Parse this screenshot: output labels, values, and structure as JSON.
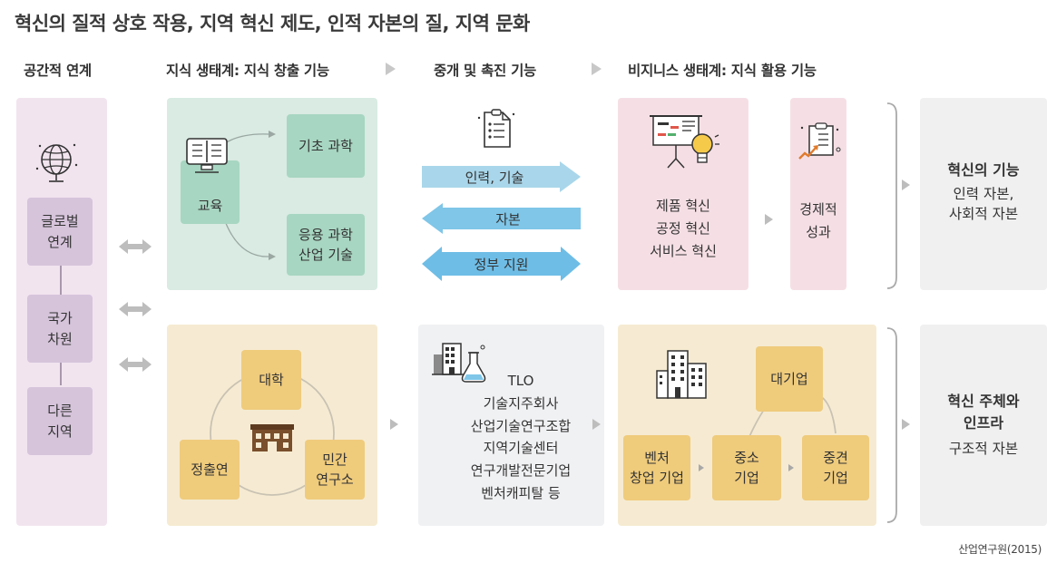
{
  "title": "혁신의 질적 상호 작용, 지역 혁신 제도, 인적 자본의 질, 지역 문화",
  "headers": {
    "spatial": "공간적 연계",
    "knowledge": "지식 생태계: 지식 창출 기능",
    "brokerage": "중개 및 촉진 기능",
    "business": "비지니스 생태계: 지식 활용 기능"
  },
  "spatial": {
    "global": "글로벌\n연계",
    "national": "국가\n차원",
    "other": "다른\n지역"
  },
  "knowledge": {
    "education": "교육",
    "basic_science": "기초 과학",
    "applied": "응용 과학\n산업 기술"
  },
  "brokerage": {
    "arrow_talent": "인력, 기술",
    "arrow_capital": "자본",
    "arrow_gov": "정부 지원",
    "institutions": "TLO\n기술지주회사\n산업기술연구조합\n지역기술센터\n연구개발전문기업\n벤처캐피탈 등"
  },
  "business": {
    "innovation_types": "제품 혁신\n공정 혁신\n서비스 혁신",
    "economic_result": "경제적\n성과",
    "large": "대기업",
    "venture": "벤처\n창업 기업",
    "sme": "중소\n기업",
    "midsize": "중견\n기업"
  },
  "institutions": {
    "university": "대학",
    "government": "정출연",
    "private_lab": "민간\n연구소"
  },
  "results": {
    "function_title": "혁신의 기능",
    "function_body": "인력 자본,\n사회적 자본",
    "actor_title": "혁신 주체와\n인프라",
    "actor_body": "구조적 자본"
  },
  "source": "산업연구원(2015)",
  "colors": {
    "spatial_panel": "#f2e4ef",
    "spatial_box": "#d6c4db",
    "knowledge_panel": "#d9ebe3",
    "knowledge_box": "#a7d6c2",
    "institution_panel": "#f6ebd2",
    "institution_box": "#efcb7c",
    "brokerage_panel": "#f0f1f3",
    "business_panel": "#f5dfe5",
    "result_panel": "#f0f0f0",
    "arrow_right": "#a9d6ea",
    "arrow_left": "#7fc6e8",
    "arrow_both": "#6ebde6"
  }
}
